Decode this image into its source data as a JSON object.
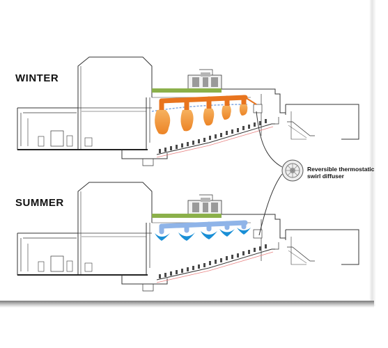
{
  "seasons": {
    "winter": "WINTER",
    "summer": "SUMMER"
  },
  "callout": {
    "line1": "Reversible thermostatic",
    "line2": "swirl diffuser"
  },
  "colors": {
    "line": "#333333",
    "heating_duct": "#e8741e",
    "warm_air": "#f19a3e",
    "cooling_duct": "#8fb4e8",
    "cool_air": "#1a8fd6",
    "green_duct": "#8bb04a",
    "seat_rows": "#e98585",
    "plant": "#9a9a9a"
  },
  "icons": {
    "diffuser": "diffuser-icon",
    "plant": "air-handling-unit-icon"
  }
}
